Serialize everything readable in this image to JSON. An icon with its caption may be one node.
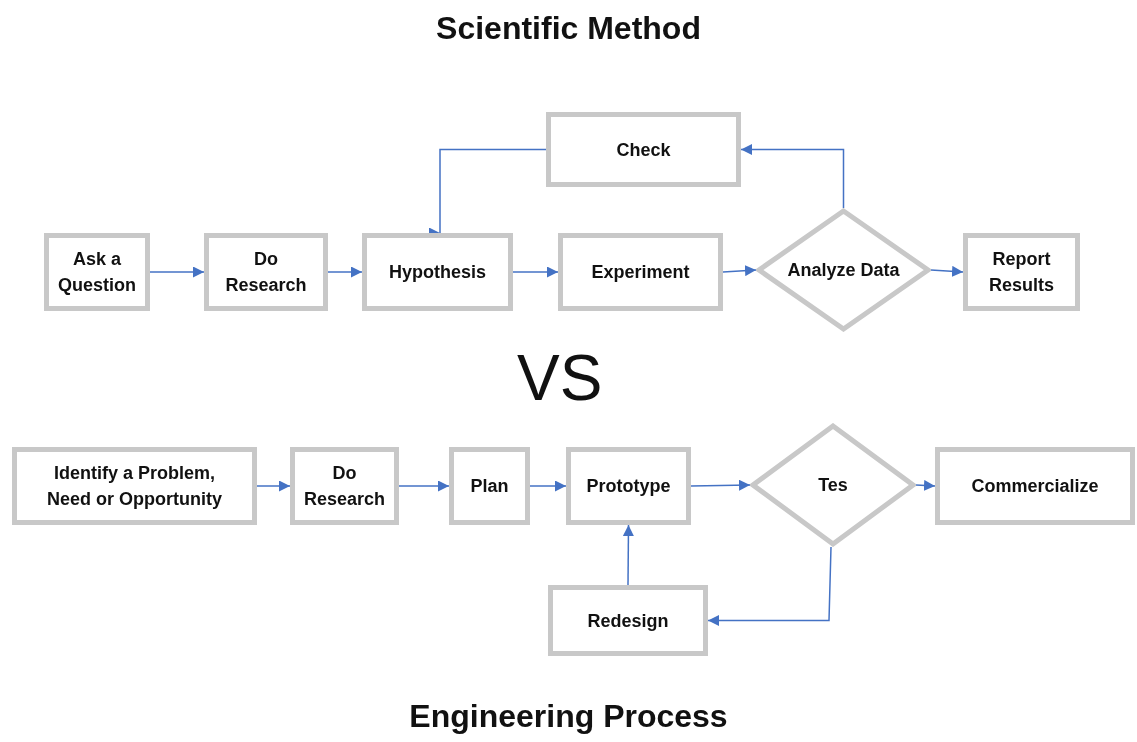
{
  "diagram": {
    "title": "Scientific Method",
    "caption": "Engineering Process",
    "nodes": [
      {
        "text": [
          "Ask a Question"
        ]
      },
      {
        "text": [
          "Do Research"
        ]
      },
      {
        "text": [
          "Hypothesis"
        ]
      },
      {
        "text": [
          "Experiment"
        ]
      },
      {
        "text": [
          "Analyze Data"
        ]
      },
      {
        "text": [
          "Report Results"
        ]
      },
      {
        "text": [
          "Check"
        ]
      },
      {
        "text": [
          "Identify a Problem, Need or Opportunity"
        ]
      },
      {
        "text": [
          "Do Research"
        ]
      },
      {
        "text": [
          "Plan"
        ]
      },
      {
        "text": [
          "Prototype"
        ]
      },
      {
        "text": [
          "Tes"
        ]
      },
      {
        "text": [
          "Commercialize"
        ]
      },
      {
        "text": [
          "Redesign"
        ]
      }
    ],
    "edges": [
      {
        "from": 0,
        "to": 1,
        "arrow": "to"
      },
      {
        "from": 1,
        "to": 2,
        "arrow": "to"
      },
      {
        "from": 2,
        "to": 3,
        "arrow": "to"
      },
      {
        "from": 3,
        "to": 4,
        "arrow": "to"
      },
      {
        "from": 4,
        "to": 5,
        "arrow": "to"
      },
      {
        "from": 4,
        "to": 6,
        "arrow": "to"
      },
      {
        "from": 6,
        "to": 2,
        "arrow": "to"
      },
      {
        "from": 7,
        "to": 8,
        "arrow": "to"
      },
      {
        "from": 8,
        "to": 9,
        "arrow": "to"
      },
      {
        "from": 9,
        "to": 10,
        "arrow": "to"
      },
      {
        "from": 10,
        "to": 11,
        "arrow": "to"
      },
      {
        "from": 11,
        "to": 12,
        "arrow": "to"
      },
      {
        "from": 11,
        "to": 13,
        "arrow": "to"
      },
      {
        "from": 13,
        "to": 10,
        "arrow": "to"
      }
    ],
    "labels": [
      "VS"
    ]
  }
}
